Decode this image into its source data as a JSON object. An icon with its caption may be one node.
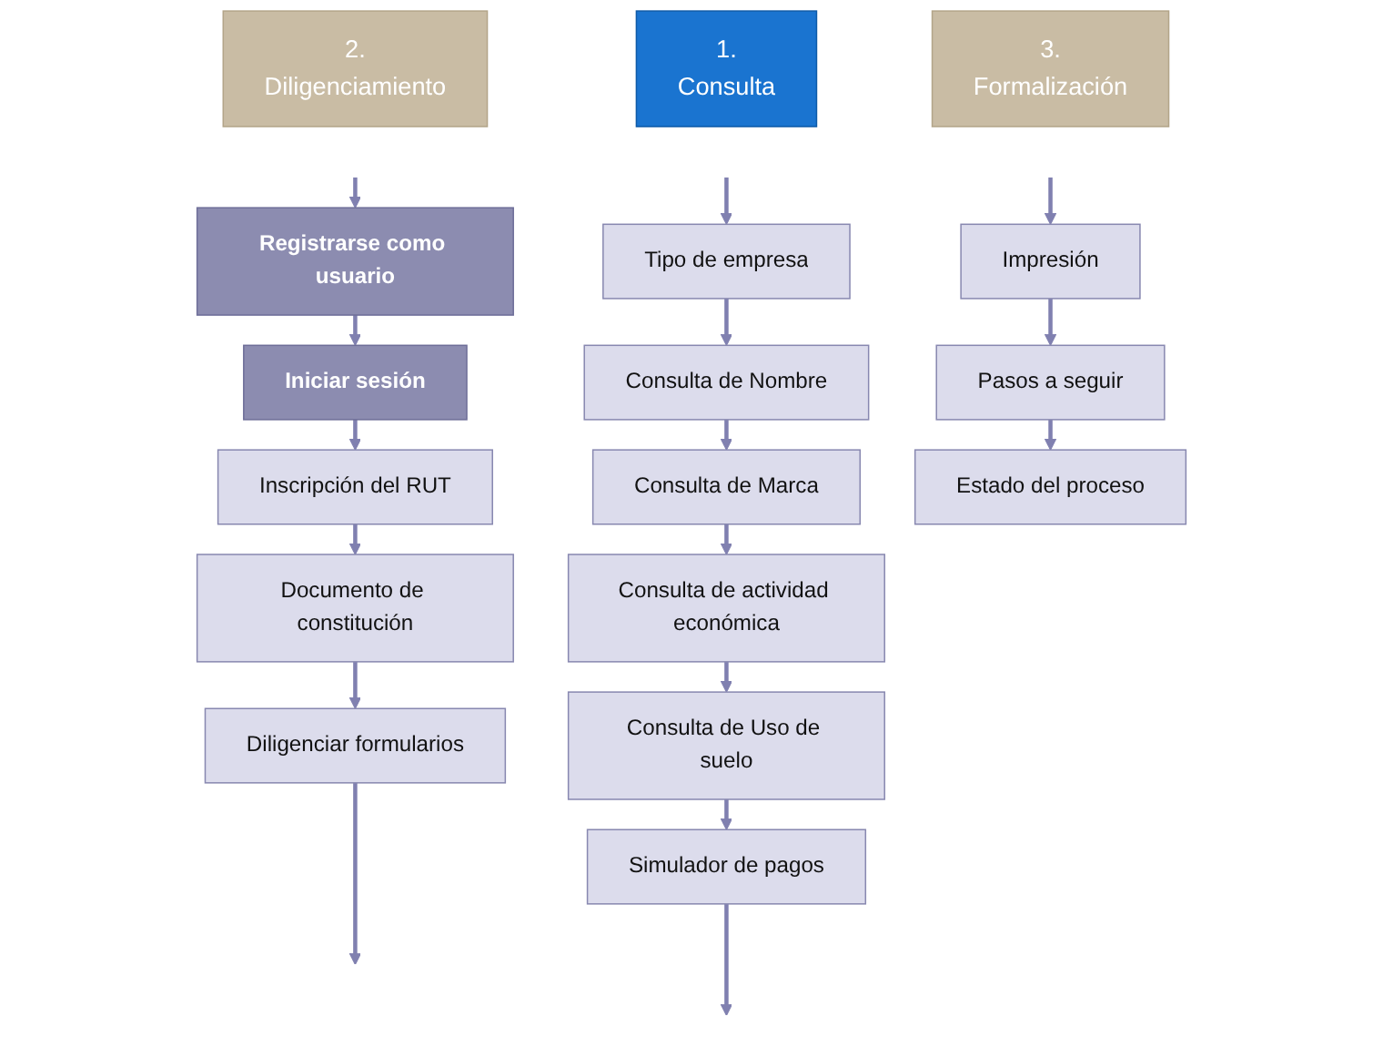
{
  "diagram": {
    "nodes": [
      {
        "text": [
          "1.",
          "Consulta"
        ]
      },
      {
        "text": [
          "Tipo de empresa"
        ]
      },
      {
        "text": [
          "Consulta de Nombre"
        ]
      },
      {
        "text": [
          "Consulta de Marca"
        ]
      },
      {
        "text": [
          "Consulta de actividad económica"
        ]
      },
      {
        "text": [
          "Consulta de Uso de suelo"
        ]
      },
      {
        "text": [
          "Simulador de pagos"
        ]
      },
      {
        "text": [
          "2.",
          "Diligenciamiento"
        ]
      },
      {
        "text": [
          "Registrarse como usuario"
        ]
      },
      {
        "text": [
          "Iniciar sesión"
        ]
      },
      {
        "text": [
          "Inscripción del RUT"
        ]
      },
      {
        "text": [
          "Documento de constitución"
        ]
      },
      {
        "text": [
          "Diligenciar formularios"
        ]
      },
      {
        "text": [
          "3.",
          "Formalización"
        ]
      },
      {
        "text": [
          "Impresión"
        ]
      },
      {
        "text": [
          "Pasos a seguir"
        ]
      },
      {
        "text": [
          "Estado del proceso"
        ]
      }
    ],
    "edges": [
      {
        "from": null,
        "to": 1,
        "arrow": "to"
      },
      {
        "from": 1,
        "to": 2,
        "arrow": "to"
      },
      {
        "from": 2,
        "to": 3,
        "arrow": "to"
      },
      {
        "from": 3,
        "to": 4,
        "arrow": "to"
      },
      {
        "from": 4,
        "to": 5,
        "arrow": "to"
      },
      {
        "from": 5,
        "to": 6,
        "arrow": "to"
      },
      {
        "from": 6,
        "to": null,
        "arrow": "to"
      },
      {
        "from": null,
        "to": 8,
        "arrow": "to"
      },
      {
        "from": 8,
        "to": 9,
        "arrow": "to"
      },
      {
        "from": 9,
        "to": 10,
        "arrow": "to"
      },
      {
        "from": 10,
        "to": 11,
        "arrow": "to"
      },
      {
        "from": 11,
        "to": 12,
        "arrow": "to"
      },
      {
        "from": 12,
        "to": null,
        "arrow": "to"
      },
      {
        "from": null,
        "to": 14,
        "arrow": "to"
      },
      {
        "from": 14,
        "to": 15,
        "arrow": "to"
      },
      {
        "from": 15,
        "to": 16,
        "arrow": "to"
      }
    ]
  }
}
